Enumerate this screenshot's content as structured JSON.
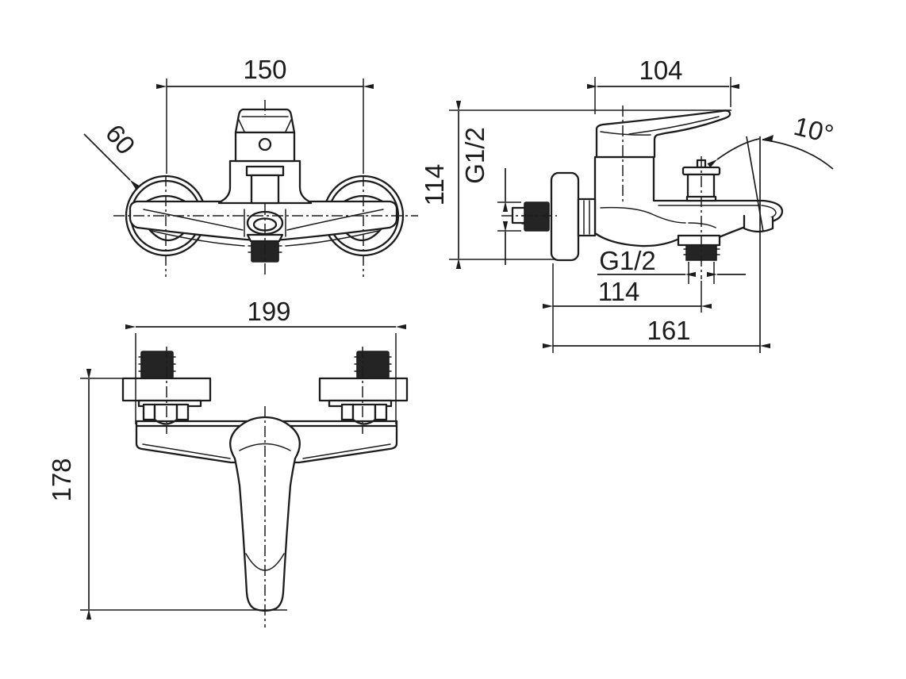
{
  "drawing": {
    "type": "technical-drawing",
    "subject": "Wall-mounted bath/shower mixer faucet, three orthographic views with dimensions",
    "colors": {
      "line": "#1c1c1c",
      "dark_fill": "#242424",
      "background": "#ffffff"
    },
    "front_view": {
      "dim_wall_centers": "150",
      "dim_escutcheon_diameter": "60"
    },
    "side_view": {
      "dim_handle_length": "104",
      "dim_body_height": "114",
      "inlet_thread": "G1/2",
      "spout_angle": "10°",
      "outlet_thread": "G1/2",
      "dim_outlet_offset": "114",
      "dim_total_reach": "161"
    },
    "top_view": {
      "dim_overall_width": "199",
      "dim_overall_depth": "178"
    }
  }
}
